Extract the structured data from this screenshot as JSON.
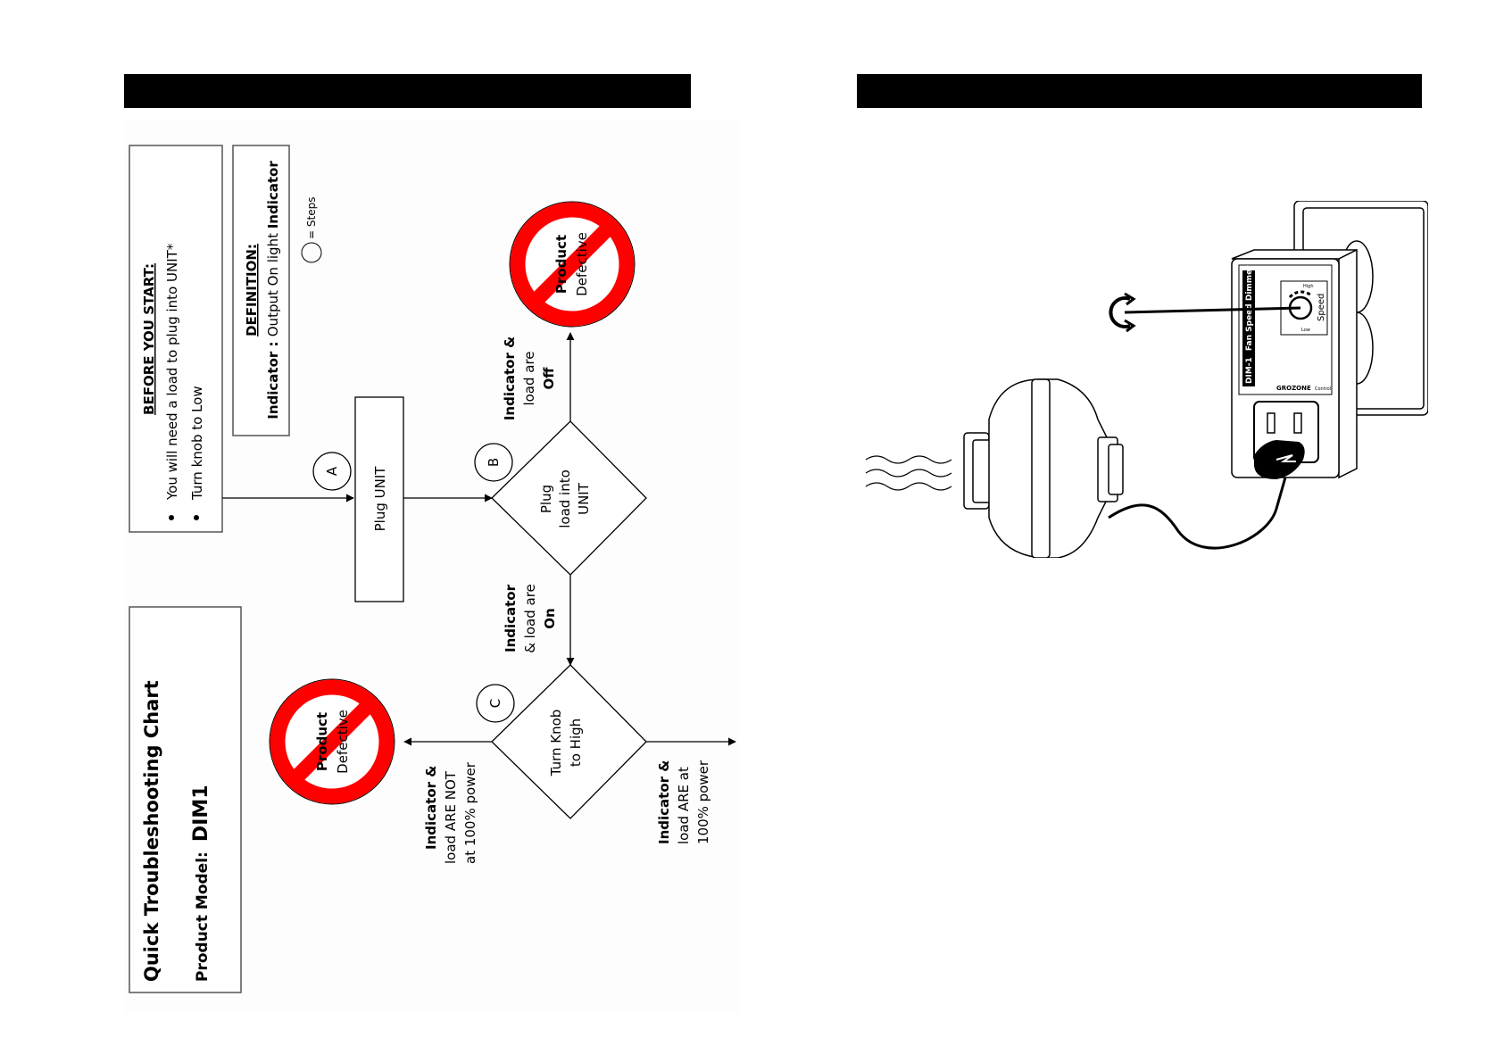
{
  "header_bars": {
    "left": "",
    "right": ""
  },
  "title_box": {
    "title": "Quick Troubleshooting Chart",
    "model_label": "Product Model:",
    "model_value": "DIM1"
  },
  "before_you_start": {
    "heading": "BEFORE YOU START:",
    "items": [
      "You will need a load to plug into UNIT*",
      "Turn knob to Low"
    ]
  },
  "definition": {
    "heading": "DEFINITION:",
    "term": "Indicator",
    "separator": " : ",
    "text": "Output On light ",
    "term_repeat": "Indicator"
  },
  "legend": {
    "steps_label": "= Steps"
  },
  "steps": [
    {
      "id": "A",
      "label": "Plug UNIT",
      "shape": "process"
    },
    {
      "id": "B",
      "label_lines": [
        "Plug",
        "load into",
        "UNIT"
      ],
      "shape": "decision"
    },
    {
      "id": "C",
      "label_lines": [
        "Turn Knob",
        "to High"
      ],
      "shape": "decision"
    }
  ],
  "branches": {
    "b_off": {
      "lines": [
        "Indicator &",
        "load are",
        "Off"
      ],
      "bold": [
        true,
        false,
        true
      ]
    },
    "b_on": {
      "lines": [
        "Indicator",
        "& load are",
        "On"
      ],
      "bold": [
        true,
        false,
        true
      ]
    },
    "c_not": {
      "lines": [
        "Indicator &",
        "load ARE NOT",
        "at 100% power"
      ]
    },
    "c_yes": {
      "lines": [
        "Indicator &",
        "load ARE at",
        "100% power"
      ]
    }
  },
  "defective": {
    "line1": "Product",
    "line2": "Defective",
    "color": "#ff0000"
  },
  "illustration": {
    "device_label_prefix": "DIM-1",
    "device_label": "Fan Speed Dimmer",
    "brand": "GROZONE",
    "brand_suffix": "Control",
    "knob_label": "Speed",
    "knob_high": "High",
    "knob_low": "Low"
  }
}
